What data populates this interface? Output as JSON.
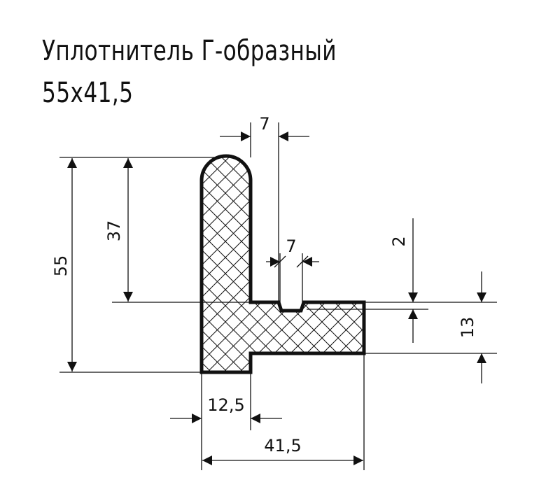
{
  "title": {
    "line1": "Уплотнитель Г-образный",
    "line2": "55x41,5"
  },
  "dimensions": {
    "top_width": "7",
    "groove_width": "7",
    "total_height": "55",
    "upper_height": "37",
    "groove_depth": "2",
    "base_height": "13",
    "base_step_width": "12,5",
    "total_width": "41,5"
  },
  "colors": {
    "line": "#111111",
    "background": "#ffffff"
  }
}
